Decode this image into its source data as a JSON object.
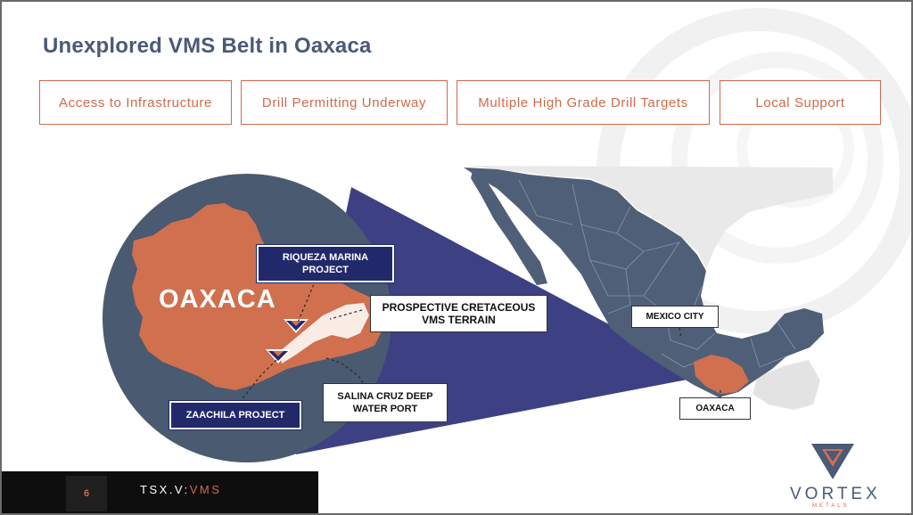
{
  "slide": {
    "title": "Unexplored VMS Belt in Oaxaca",
    "features": [
      "Access to Infrastructure",
      "Drill Permitting Underway",
      "Multiple High Grade Drill Targets",
      "Local Support"
    ]
  },
  "map": {
    "state_name": "OAXACA",
    "labels": {
      "riqueza": "RIQUEZA MARINA PROJECT",
      "cretaceous": "PROSPECTIVE CRETACEOUS VMS TERRAIN",
      "salina": "SALINA CRUZ DEEP WATER PORT",
      "zaachila": "ZAACHILA PROJECT",
      "mexico_city": "MEXICO CITY",
      "oaxaca": "OAXACA"
    },
    "colors": {
      "mexico": "#4f5f78",
      "oaxaca": "#d0704f",
      "zoom": "#3d4183",
      "circle": "#4a5a70",
      "terrain": "#f8ece4"
    }
  },
  "footer": {
    "page_number": "6",
    "exchange": "TSX.V:",
    "symbol": "VMS"
  },
  "brand": {
    "name": "VORTEX",
    "sub": "METALS"
  }
}
